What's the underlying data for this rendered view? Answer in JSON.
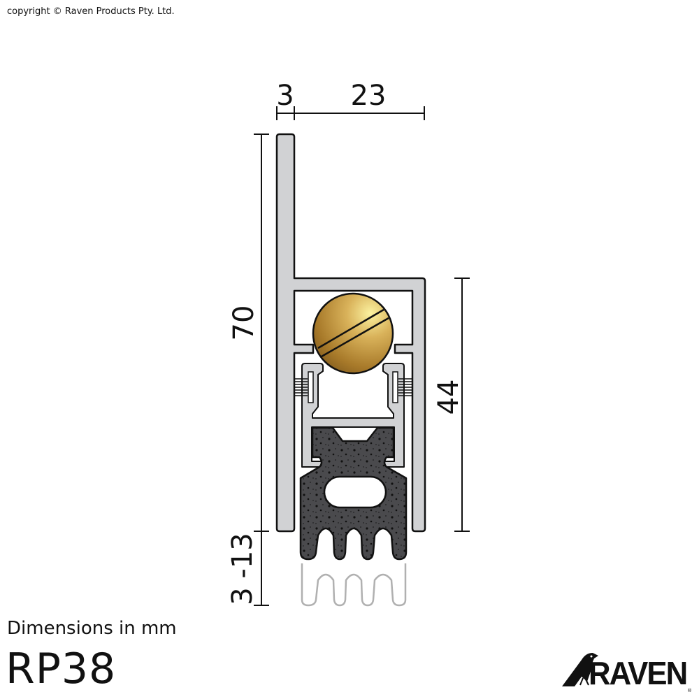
{
  "copyright": "copyright © Raven Products Pty. Ltd.",
  "units_note": "Dimensions in mm",
  "model": "RP38",
  "brand": {
    "name": "RAVEN",
    "registered": "®"
  },
  "dimensions": {
    "flange_width": "3",
    "body_width": "23",
    "overall_height": "70",
    "body_height": "44",
    "seal_drop": "3 -13"
  },
  "colors": {
    "aluminium": "#d1d2d4",
    "seal": "#4a4a4d",
    "screw": "#c9a44a",
    "ghost_seal": "#b0b0b0"
  }
}
